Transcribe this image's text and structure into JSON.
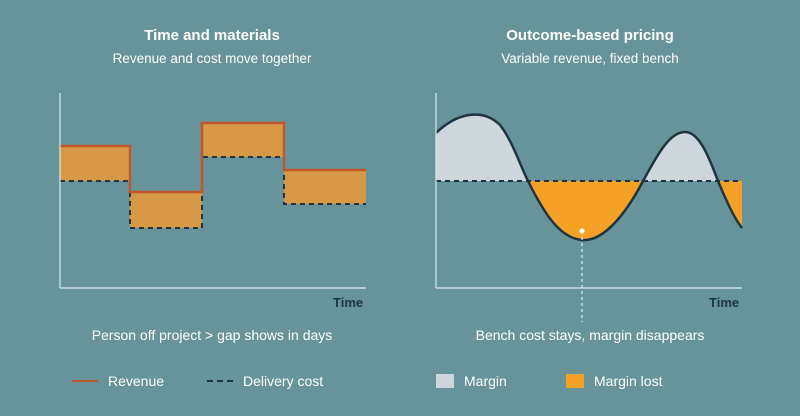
{
  "left": {
    "title": "Time and materials",
    "subtitle": "Revenue and cost move together",
    "axis_x": "Time",
    "caption": "Person off project > gap shows in days"
  },
  "right": {
    "title": "Outcome-based pricing",
    "subtitle": "Variable revenue, fixed bench",
    "axis_x": "Time",
    "caption": "Bench cost stays, margin disappears"
  },
  "legend": {
    "revenue": "Revenue",
    "delivery_cost": "Delivery cost",
    "margin": "Margin",
    "margin_lost": "Margin lost"
  },
  "colors": {
    "background": "#66949a",
    "revenue_line": "#c0562a",
    "gap_fill": "#d79845",
    "dark": "#1f3440",
    "margin_fill": "#cdd6da",
    "margin_lost_fill": "#f4a126"
  }
}
